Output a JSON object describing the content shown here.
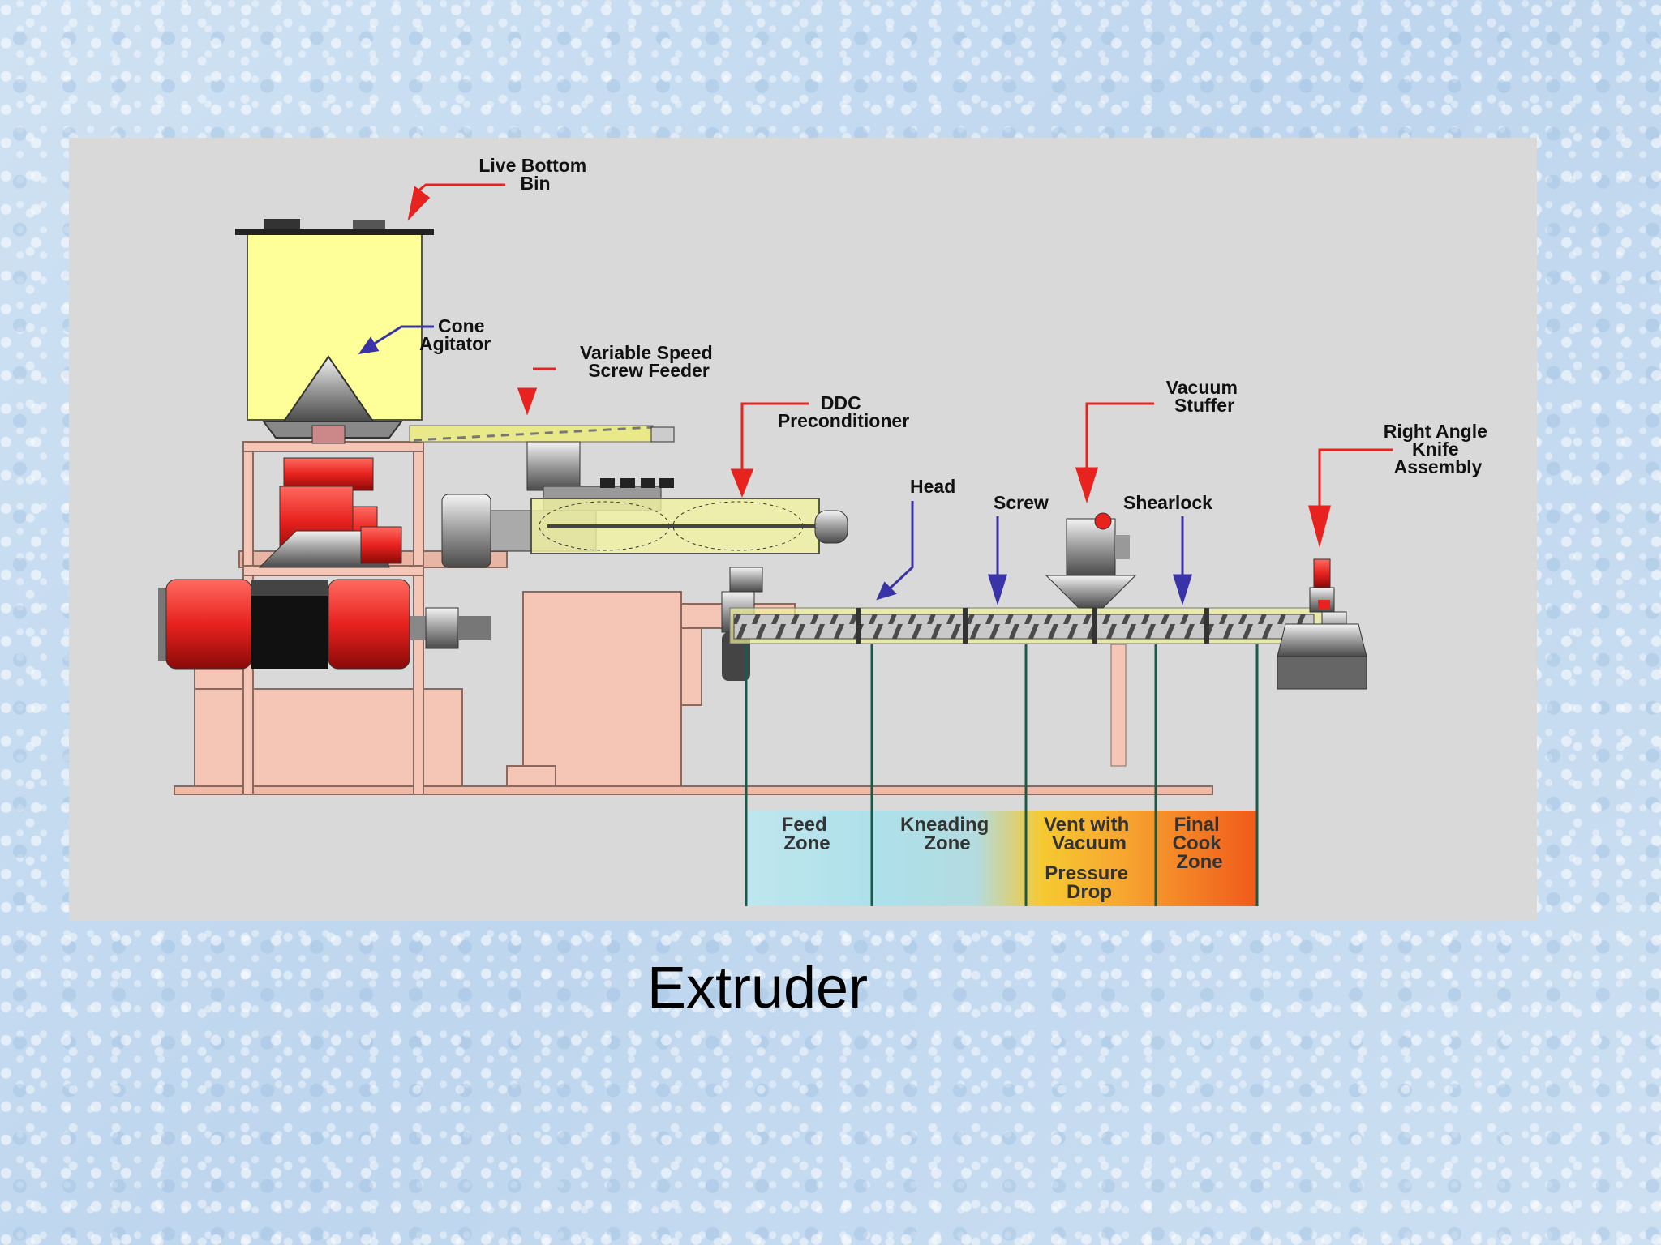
{
  "caption": "Extruder",
  "labels": {
    "live_bottom_bin": [
      "Live Bottom",
      "Bin"
    ],
    "cone_agitator": [
      "Cone",
      "Agitator"
    ],
    "screw_feeder": [
      "Variable Speed",
      "Screw Feeder"
    ],
    "preconditioner": [
      "DDC",
      "Preconditioner"
    ],
    "head": "Head",
    "screw": "Screw",
    "vacuum_stuffer": [
      "Vacuum",
      "Stuffer"
    ],
    "shearlock": "Shearlock",
    "knife_assembly": [
      "Right Angle",
      "Knife",
      "Assembly"
    ]
  },
  "zones": {
    "feed": [
      "Feed",
      "Zone"
    ],
    "kneading": [
      "Kneading",
      "Zone"
    ],
    "vent": [
      "Vent with",
      "Vacuum"
    ],
    "pressure_drop": [
      "Pressure",
      "Drop"
    ],
    "final_cook": [
      "Final",
      "Cook",
      "Zone"
    ]
  },
  "colors": {
    "panel": "#d9d9d9",
    "bin_yellow": "#ffff99",
    "frame_salmon": "#f5c6b6",
    "motor_red": "#e8221e",
    "pointer_red": "#e8221e",
    "pointer_blue": "#3a33a8"
  }
}
